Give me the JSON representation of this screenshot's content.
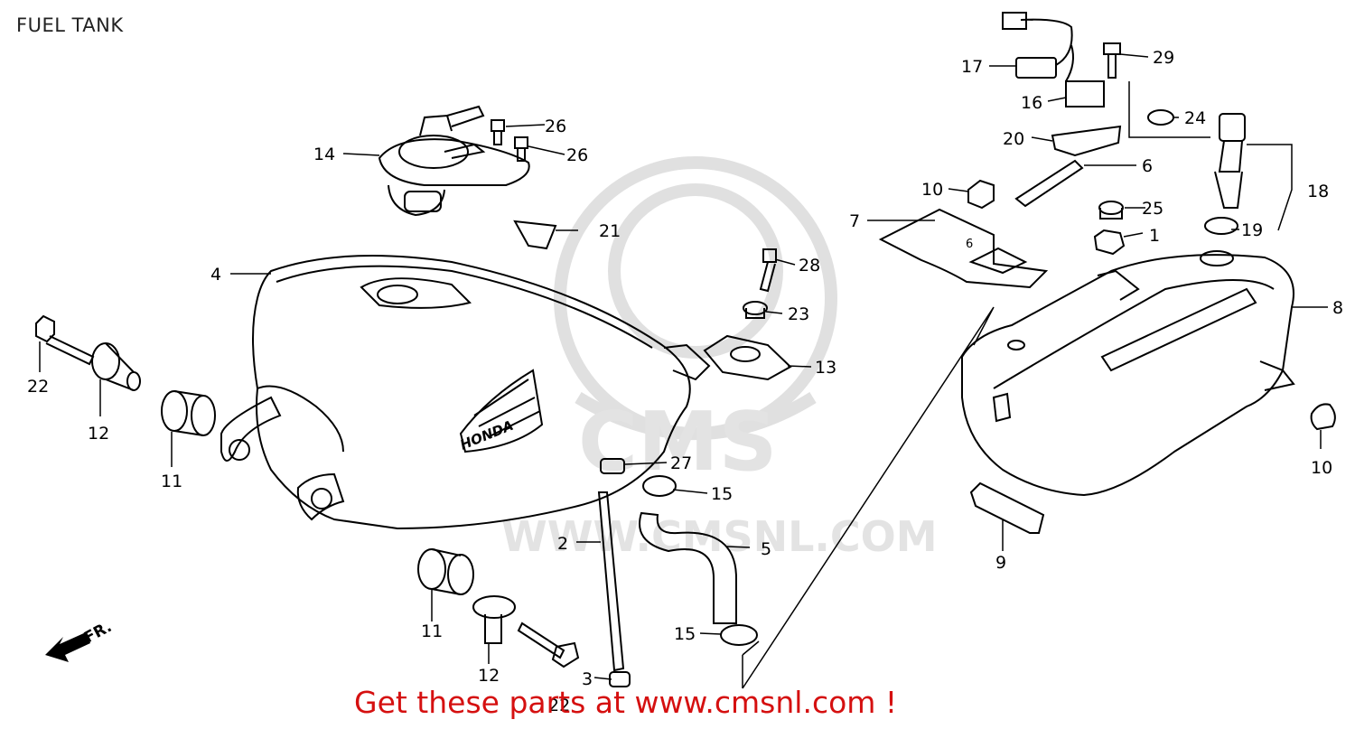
{
  "title": "FUEL TANK",
  "promo": "Get these parts at www.cmsnl.com !",
  "watermark": {
    "logo": "CMS",
    "site": "WWW.CMSNL.COM"
  },
  "direction_arrow": {
    "label": "FR."
  },
  "stamp_on_part": "HONDA",
  "callouts": [
    "1",
    "2",
    "3",
    "4",
    "5",
    "6",
    "7",
    "8",
    "9",
    "10",
    "10",
    "11",
    "11",
    "12",
    "12",
    "13",
    "14",
    "15",
    "15",
    "16",
    "17",
    "18",
    "19",
    "20",
    "21",
    "22",
    "22",
    "23",
    "24",
    "25",
    "26",
    "26",
    "27",
    "28",
    "29"
  ],
  "colors": {
    "line": "#000000",
    "promo": "#d51010",
    "watermark": "#e3e3e3"
  }
}
